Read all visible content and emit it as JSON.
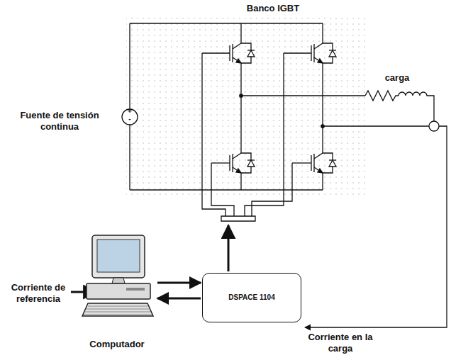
{
  "diagram": {
    "nodes": [
      {
        "text": [
          "Computador"
        ]
      },
      {
        "text": [
          "DSPACE 1104"
        ]
      }
    ],
    "edges": [
      {
        "from": 0,
        "to": 1,
        "arrow": "to"
      },
      {
        "from": 1,
        "to": 0,
        "arrow": "to"
      }
    ],
    "labels": [
      "Banco IGBT",
      "carga",
      "Fuente de tensión continua",
      "+",
      "-",
      "Corriente de referencia",
      "Corriente en la carga"
    ]
  }
}
